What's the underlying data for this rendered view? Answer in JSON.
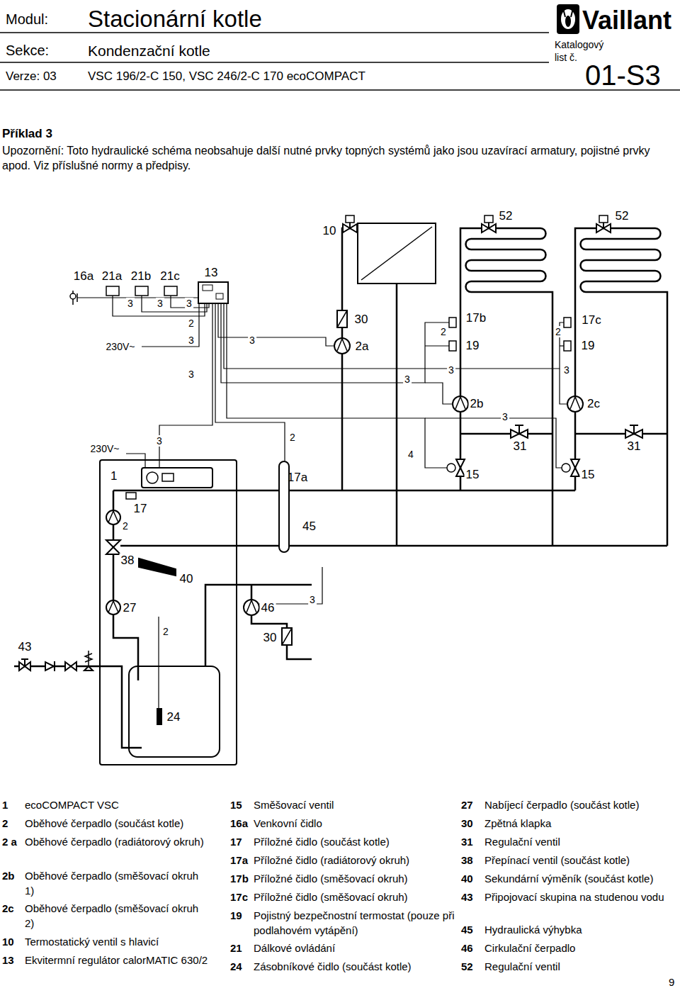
{
  "diagram": {
    "nodes": [
      {
        "text": [
          "1"
        ]
      },
      {
        "text": [
          "45"
        ]
      }
    ],
    "edges": [
      {
        "from": 0,
        "to": 1,
        "arrow": "none"
      },
      {
        "from": 1,
        "to": 0,
        "arrow": "none"
      }
    ],
    "labels": [
      "Modul:",
      "Stacionární kotle",
      "Sekce:",
      "Kondenzační kotle",
      "Verze: 03",
      "VSC 196/2-C 150, VSC 246/2-C 170 ecoCOMPACT",
      "Vaillant",
      "Katalogový",
      "list č.",
      "01-S3",
      "Příklad 3",
      "Upozornění: Toto hydraulické schéma neobsahuje další nutné prvky topných systémů jako jsou uzavírací armatury, pojistné prvky apod. Viz příslušné normy a předpisy.",
      "10",
      "52",
      "52",
      "16a",
      "21a",
      "21b",
      "21c",
      "13",
      "3",
      "3",
      "3",
      "2",
      "230V~",
      "3",
      "3",
      "30",
      "2a",
      "2",
      "17b",
      "19",
      "2",
      "17c",
      "19",
      "3",
      "3",
      "3",
      "3",
      "2b",
      "2c",
      "3",
      "230V~",
      "3",
      "2",
      "4",
      "31",
      "31",
      "17a",
      "15",
      "15",
      "17",
      "2",
      "38",
      "40",
      "27",
      "46",
      "3",
      "43",
      "2",
      "30",
      "24",
      "1",
      "ecoCOMPACT VSC",
      "2",
      "Oběhové čerpadlo (součást kotle)",
      "2 a",
      "Oběhové čerpadlo (radiátorový okruh)",
      "2b",
      "Oběhové čerpadlo (směšovací okruh 1)",
      "2c",
      "Oběhové čerpadlo (směšovací okruh 2)",
      "10",
      "Termostatický ventil s hlavicí",
      "13",
      "Ekvitermní regulátor calorMATIC 630/2",
      "15",
      "Směšovací ventil",
      "16a",
      "Venkovní čidlo",
      "17",
      "Příložné čidlo (součást kotle)",
      "17a",
      "Příložné čidlo (radiátorový okruh)",
      "17b",
      "Příložné čidlo (směšovací okruh)",
      "17c",
      "Příložné čidlo (směšovací okruh)",
      "19",
      "Pojistný bezpečnostní termostat (pouze při podlahovém vytápění)",
      "21",
      "Dálkové ovládání",
      "24",
      "Zásobníkové čidlo (součást kotle)",
      "27",
      "Nabíjecí čerpadlo (součást kotle)",
      "30",
      "Zpětná klapka",
      "31",
      "Regulační ventil",
      "38",
      "Přepínací ventil (součást kotle)",
      "40",
      "Sekundární výměník (součást kotle)",
      "43",
      "Připojovací skupina na studenou vodu",
      "45",
      "Hydraulická výhybka",
      "46",
      "Cirkulační čerpadlo",
      "52",
      "Regulační ventil",
      "9"
    ]
  }
}
